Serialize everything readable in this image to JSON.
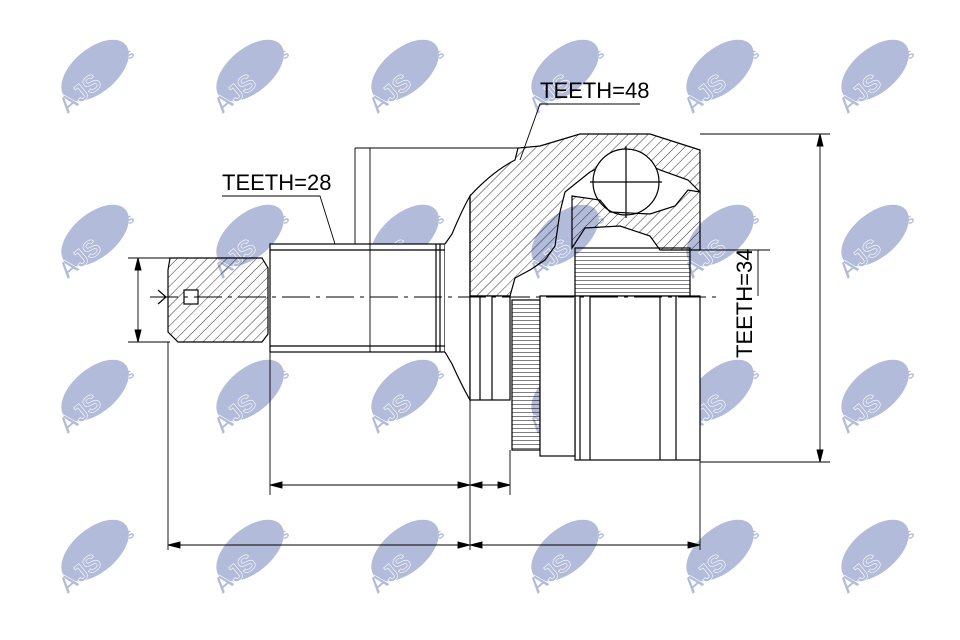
{
  "watermark": {
    "brand": "AJS",
    "suffix": "PARTS",
    "color": "#aab4d6"
  },
  "labels": {
    "teeth_outer": "TEETH=48",
    "teeth_shaft": "TEETH=28",
    "teeth_inner": "TEETH=34"
  },
  "colors": {
    "line": "#000000",
    "background": "#ffffff"
  }
}
